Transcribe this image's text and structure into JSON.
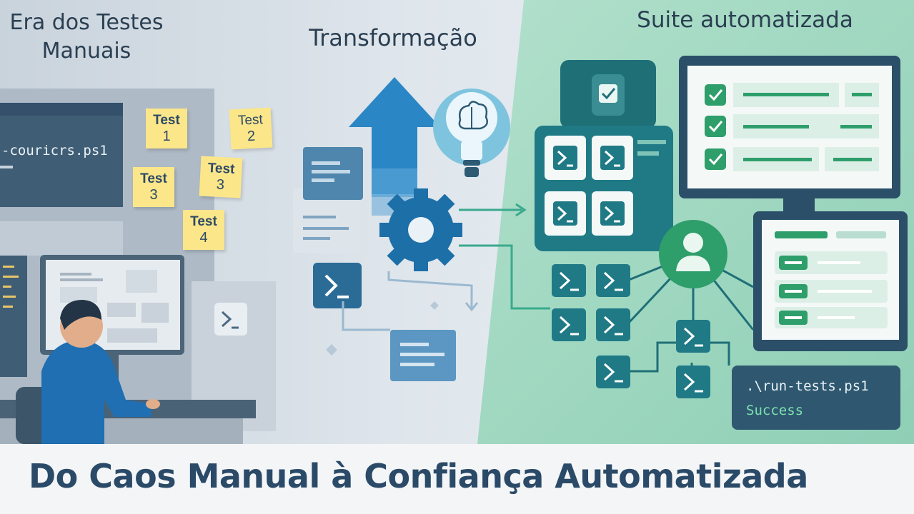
{
  "sections": {
    "manual": {
      "title_line1": "Era dos Testes",
      "title_line2": "Manuais"
    },
    "transform": {
      "title": "Transformação"
    },
    "automated": {
      "title": "Suite automatizada"
    }
  },
  "manual_screen": {
    "code_text": "-couricrs.ps1"
  },
  "sticky_notes": [
    {
      "label": "Test",
      "number": "1"
    },
    {
      "label": "Test",
      "number": "2"
    },
    {
      "label": "Test",
      "number": "3"
    },
    {
      "label": "Test",
      "number": "3"
    },
    {
      "label": "Test",
      "number": "4"
    }
  ],
  "terminal": {
    "command": ".\\run-tests.ps1",
    "status": "Success"
  },
  "headline": "Do Caos Manual à Confiança Automatizada",
  "colors": {
    "navy": "#2a4a68",
    "teal": "#1f7a86",
    "green": "#2e9e6a",
    "blue": "#2b86c6",
    "note_yellow": "#fbe68a",
    "success": "#7ee0b0"
  },
  "icons": [
    "powershell-icon",
    "gear-icon",
    "lightbulb-brain-icon",
    "up-arrow-icon",
    "checkmark-icon",
    "user-icon",
    "document-icon"
  ]
}
